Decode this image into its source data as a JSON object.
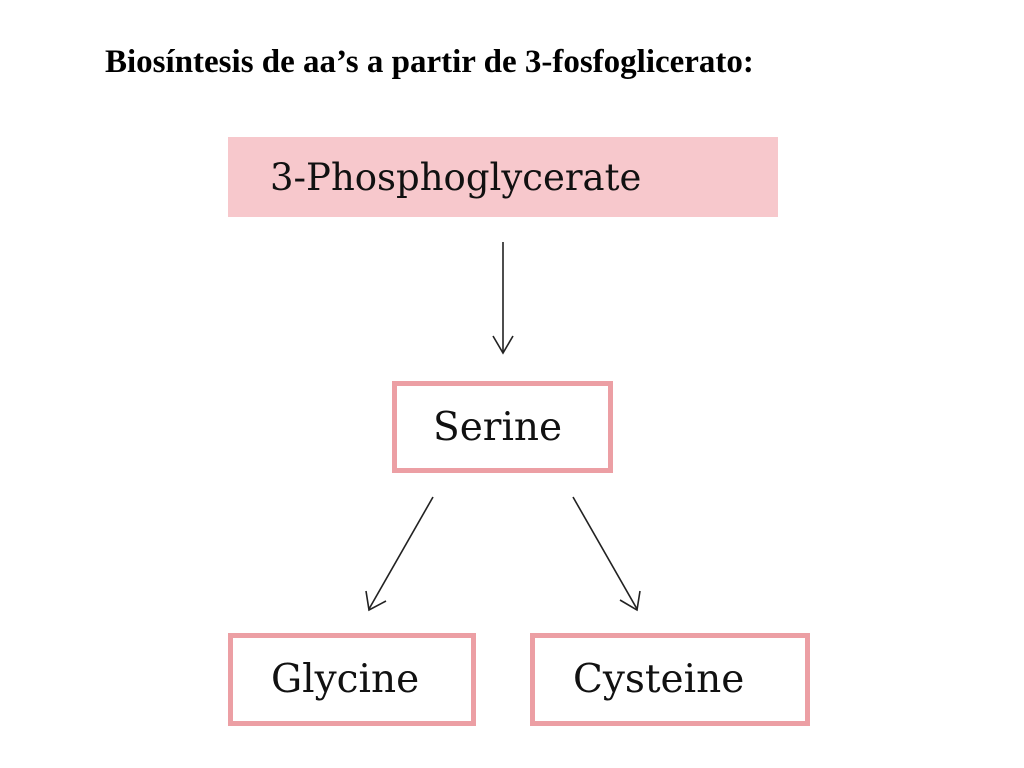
{
  "slide": {
    "title": "Biosíntesis de aa’s a partir de 3-fosfoglicerato:"
  },
  "diagram": {
    "nodes": {
      "phosphoglycerate": "3-Phosphoglycerate",
      "serine": "Serine",
      "glycine": "Glycine",
      "cysteine": "Cysteine"
    },
    "edges": [
      {
        "from": "3-Phosphoglycerate",
        "to": "Serine"
      },
      {
        "from": "Serine",
        "to": "Glycine"
      },
      {
        "from": "Serine",
        "to": "Cysteine"
      }
    ],
    "colors": {
      "top_fill": "#f7c8cc",
      "box_border": "#ec9fa4",
      "arrow": "#222222",
      "text": "#111111"
    }
  }
}
